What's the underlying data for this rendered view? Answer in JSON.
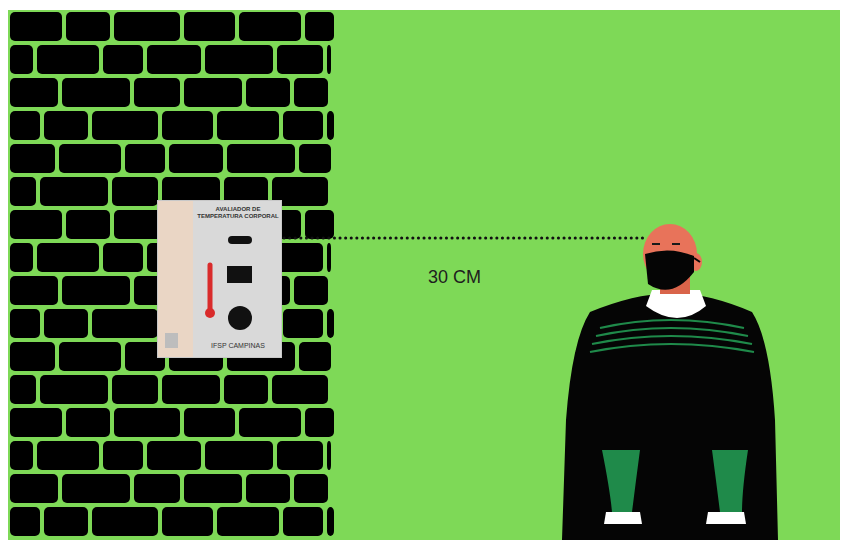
{
  "diagram": {
    "nodes": [
      {
        "text": [
          "AVALIADOR DE TEMPERATURA CORPORAL",
          "IFSP CAMPINAS"
        ]
      }
    ],
    "labels": [
      "30 CM"
    ]
  }
}
